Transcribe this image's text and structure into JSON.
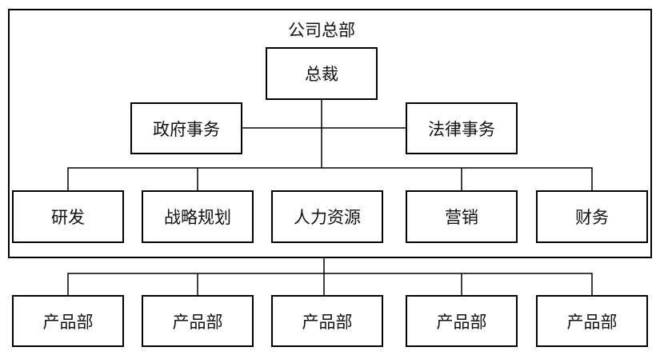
{
  "diagram": {
    "title": "公司总部",
    "president": {
      "label": "总裁"
    },
    "staff_offices": [
      {
        "label": "政府事务"
      },
      {
        "label": "法律事务"
      }
    ],
    "departments": [
      {
        "label": "研发"
      },
      {
        "label": "战略规划"
      },
      {
        "label": "人力资源"
      },
      {
        "label": "营销"
      },
      {
        "label": "财务"
      }
    ],
    "product_units": [
      {
        "label": "产品部"
      },
      {
        "label": "产品部"
      },
      {
        "label": "产品部"
      },
      {
        "label": "产品部"
      },
      {
        "label": "产品部"
      }
    ],
    "colors": {
      "line": "#000000",
      "box_fill": "#ffffff",
      "text": "#111111",
      "background": "#ffffff"
    }
  }
}
